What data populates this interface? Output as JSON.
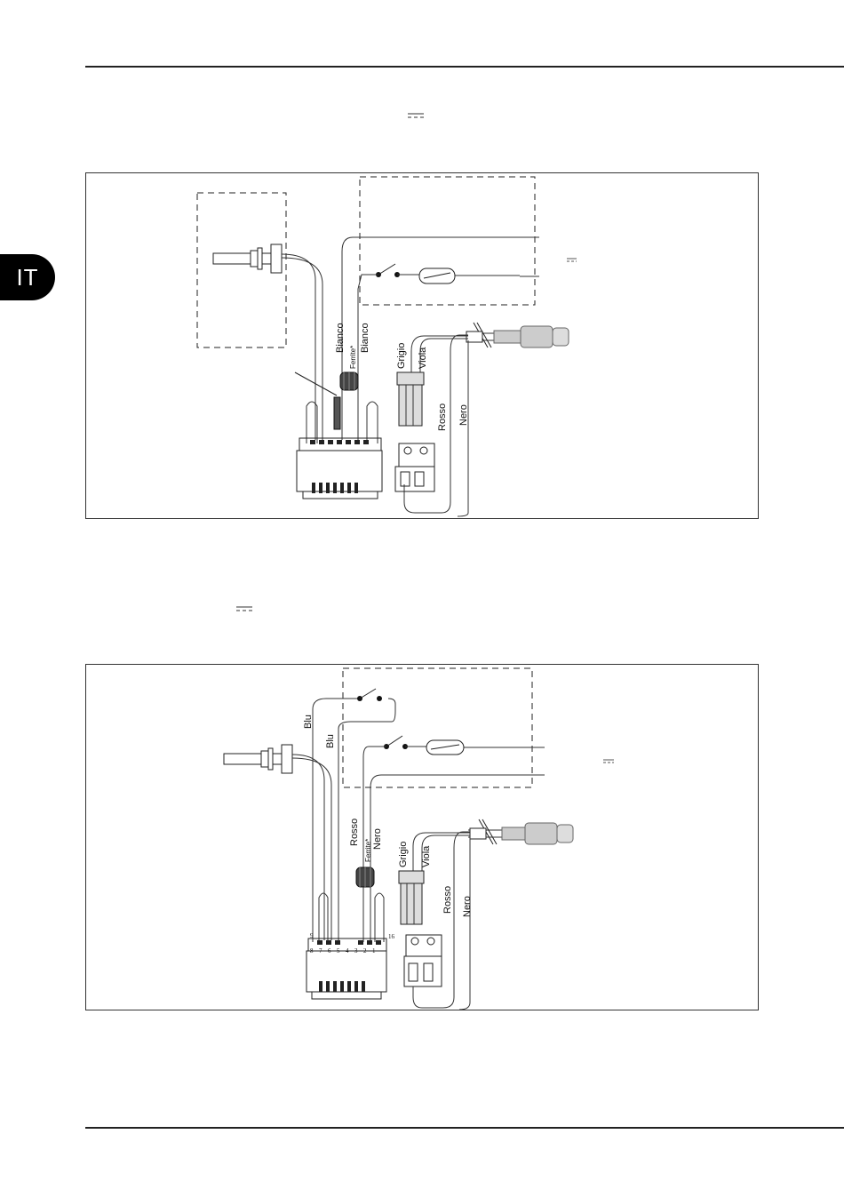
{
  "page": {
    "language_tab": "IT"
  },
  "figure1": {
    "wires": {
      "bianco_1": "Bianco",
      "ferrite": "Ferrite*",
      "bianco_2": "Bianco",
      "grigio": "Grigio",
      "viola": "Viola",
      "rosso": "Rosso",
      "nero": "Nero"
    }
  },
  "figure2": {
    "wires": {
      "blu_1": "Blu",
      "blu_2": "Blu",
      "rosso": "Rosso",
      "ferrite": "Ferrite*",
      "nero": "Nero",
      "grigio": "Grigio",
      "viola": "Viola",
      "rosso_2": "Rosso",
      "nero_2": "Nero"
    },
    "terminals": {
      "t9": "9",
      "t16": "16",
      "t8": "8",
      "t7": "7",
      "t6": "6",
      "t5": "5",
      "t4": "4",
      "t3": "3",
      "t2": "2",
      "t1": "1"
    }
  }
}
